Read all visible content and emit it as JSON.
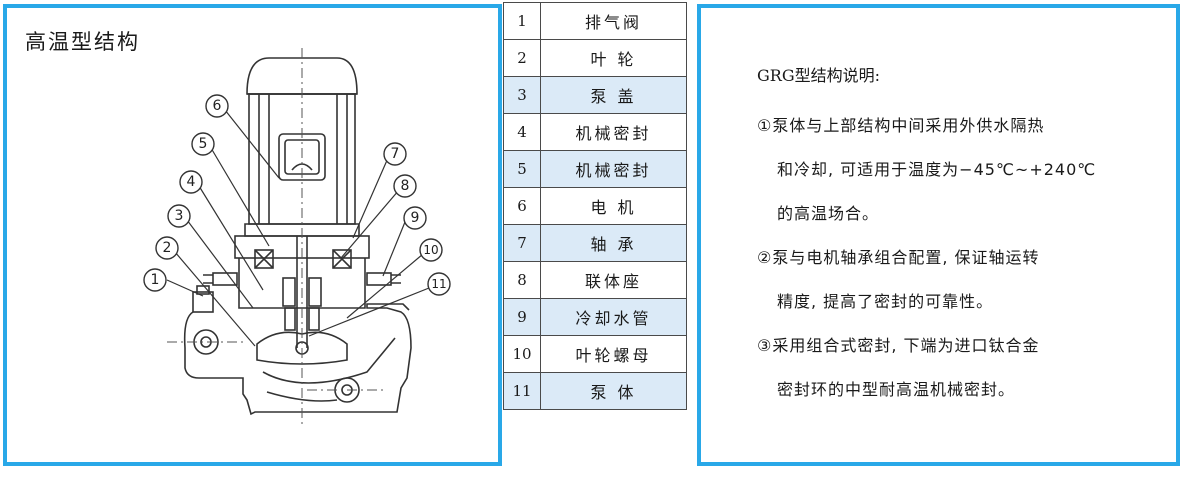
{
  "diagram": {
    "title": "高温型结构",
    "callouts": [
      "1",
      "2",
      "3",
      "4",
      "5",
      "6",
      "7",
      "8",
      "9",
      "10",
      "11"
    ]
  },
  "parts": [
    {
      "num": "1",
      "name": "排气阀"
    },
    {
      "num": "2",
      "name": "叶 轮"
    },
    {
      "num": "3",
      "name": "泵 盖"
    },
    {
      "num": "4",
      "name": "机械密封"
    },
    {
      "num": "5",
      "name": "机械密封"
    },
    {
      "num": "6",
      "name": "电 机"
    },
    {
      "num": "7",
      "name": "轴 承"
    },
    {
      "num": "8",
      "name": "联体座"
    },
    {
      "num": "9",
      "name": "冷却水管"
    },
    {
      "num": "10",
      "name": "叶轮螺母"
    },
    {
      "num": "11",
      "name": "泵 体"
    }
  ],
  "description": {
    "heading": "GRG型结构说明:",
    "lines": [
      "①泵体与上部结构中间采用外供水隔热",
      "和冷却, 可适用于温度为−45℃~+240℃",
      "的高温场合。",
      "②泵与电机轴承组合配置, 保证轴运转",
      "精度, 提高了密封的可靠性。",
      "③采用组合式密封, 下端为进口钛合金",
      "密封环的中型耐高温机械密封。"
    ]
  },
  "colors": {
    "frame": "#29a8e8",
    "table_alt_row": "#dbeaf7"
  }
}
